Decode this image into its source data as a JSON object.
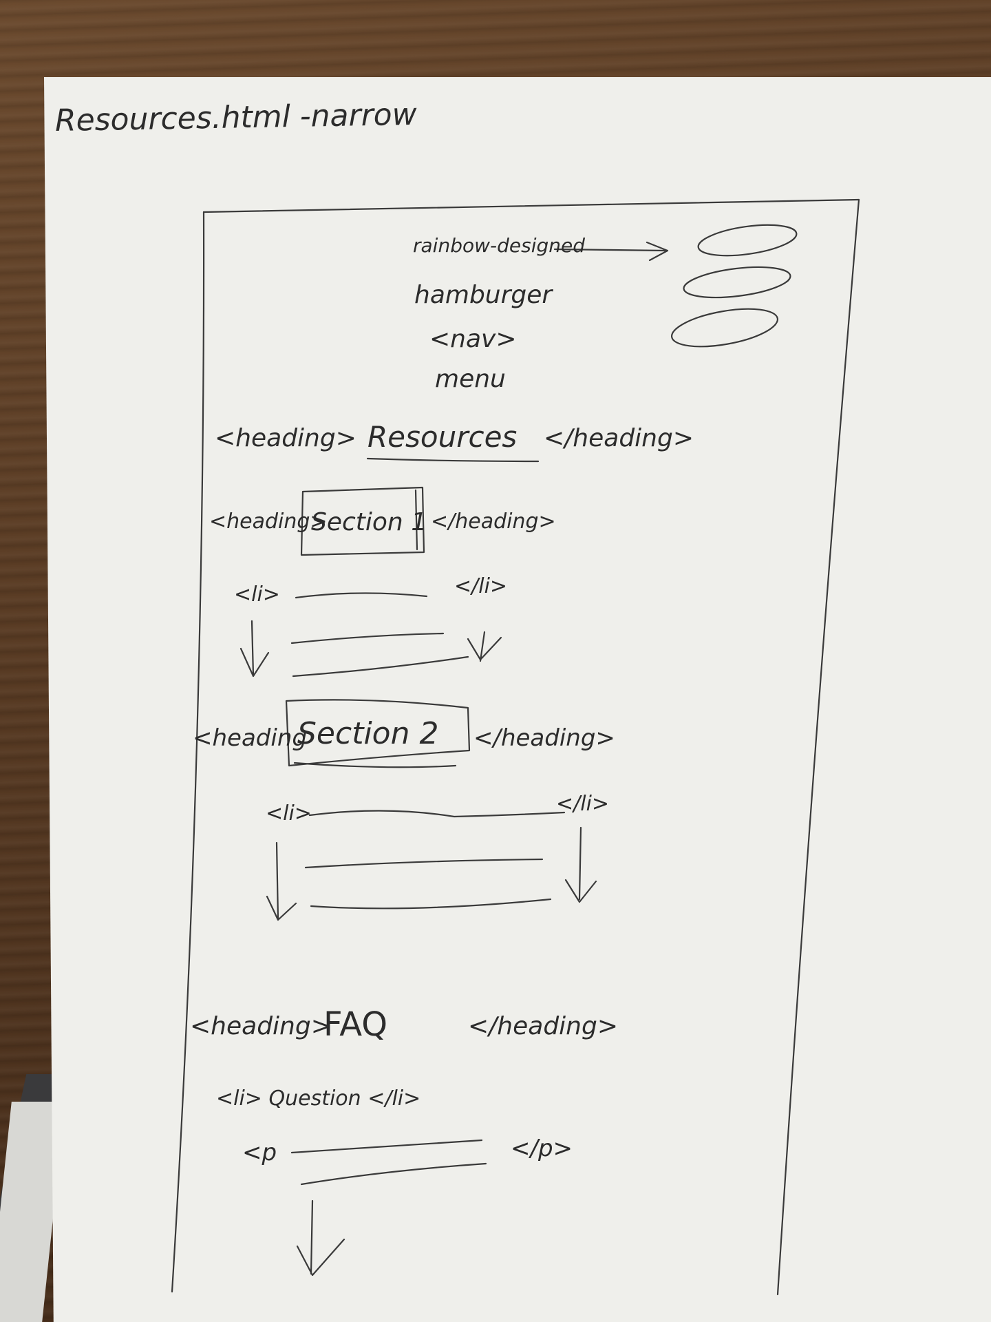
{
  "page_title": "Resources.html -narrow",
  "annotation": {
    "text": "rainbow-designed",
    "hamburger_lines": [
      "hamburger",
      "<nav>",
      "menu"
    ]
  },
  "main_heading": {
    "open_tag": "<heading>",
    "text": "Resources",
    "close_tag": "</heading>"
  },
  "section_1": {
    "open_tag": "<heading>",
    "text": "Section 1",
    "close_tag": "</heading>",
    "li_open": "<li>",
    "li_close": "</li>"
  },
  "section_2": {
    "open_tag": "<heading",
    "text": "Section 2",
    "close_tag": "</heading>",
    "li_open": "<li>",
    "li_close": "</li>"
  },
  "faq": {
    "open_tag": "<heading>",
    "text": "FAQ",
    "close_tag": "</heading>",
    "question_line": "<li> Question </li>",
    "p_open": "<p",
    "p_close": "</p>"
  }
}
